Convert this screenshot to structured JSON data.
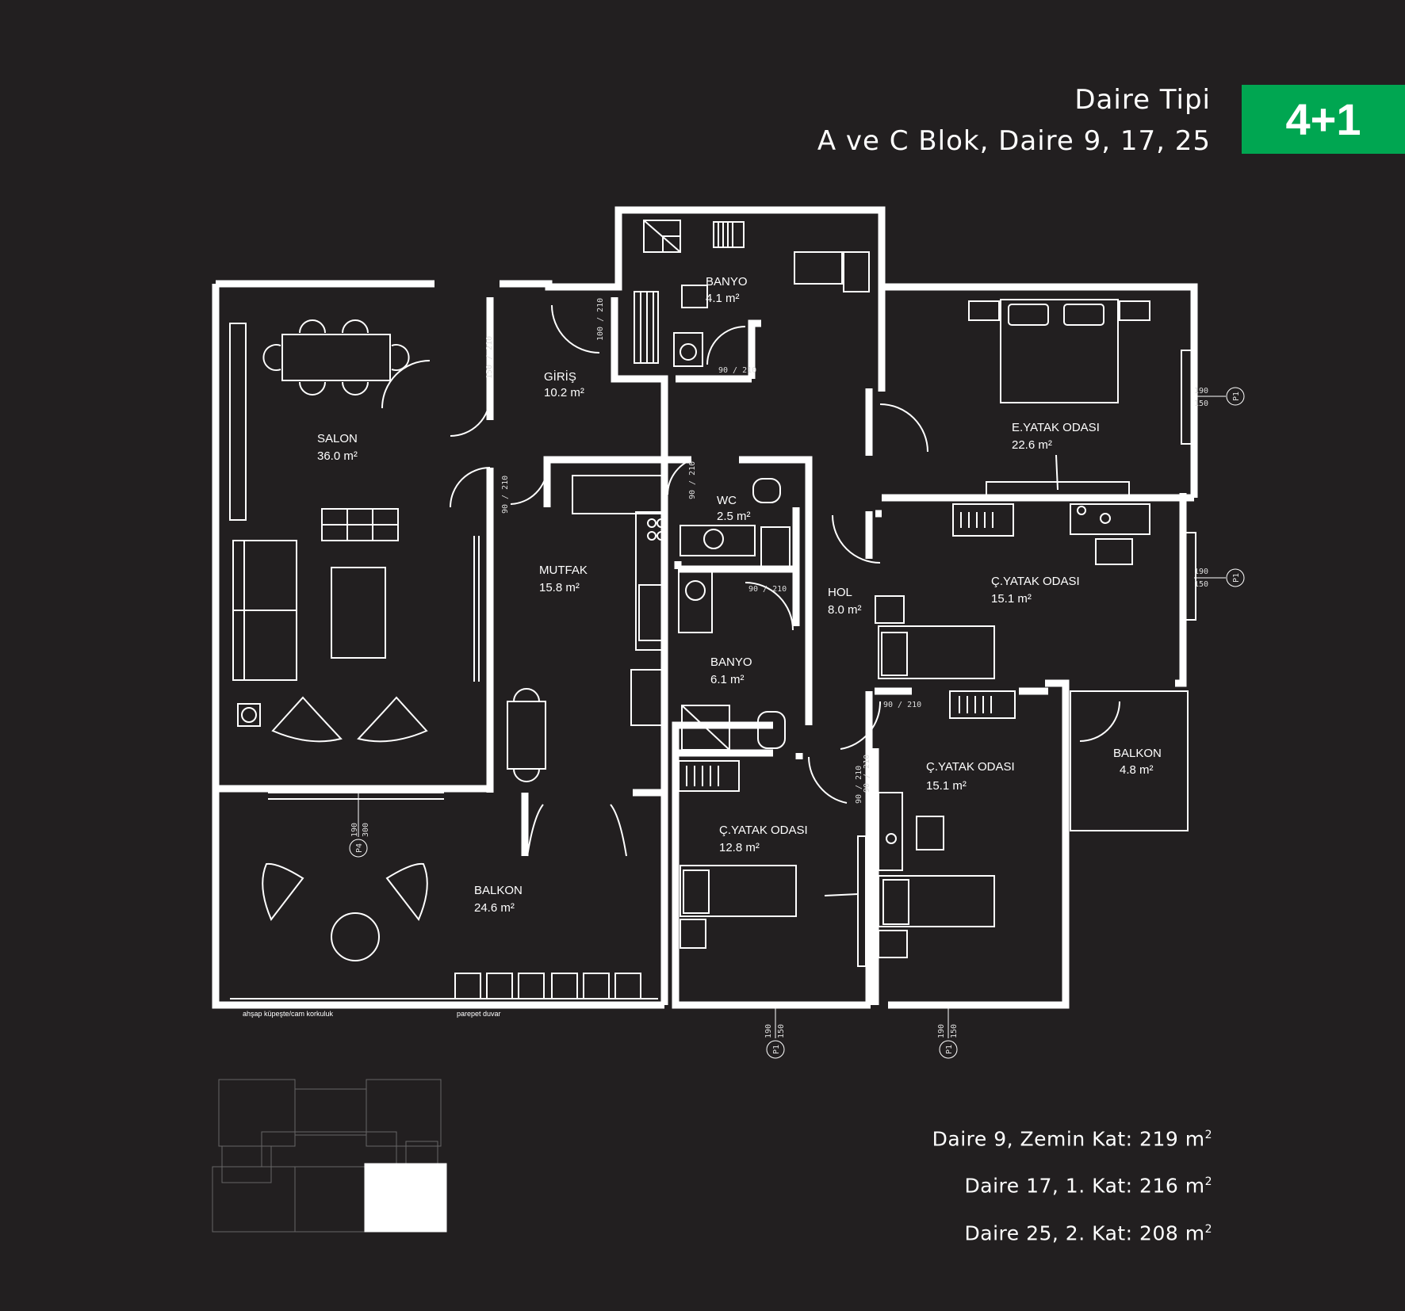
{
  "header": {
    "title": "Daire Tipi",
    "subtitle": "A ve C Blok, Daire 9, 17, 25"
  },
  "badge": {
    "label": "4+1",
    "color": "#00a651"
  },
  "rooms": [
    {
      "name": "SALON",
      "area": "36.0 m²"
    },
    {
      "name": "GİRİŞ",
      "area": "10.2 m²"
    },
    {
      "name": "BANYO",
      "area": "4.1 m²"
    },
    {
      "name": "E.YATAK ODASI",
      "area": "22.6 m²"
    },
    {
      "name": "WC",
      "area": "2.5 m²"
    },
    {
      "name": "MUTFAK",
      "area": "15.8 m²"
    },
    {
      "name": "HOL",
      "area": "8.0 m²"
    },
    {
      "name": "Ç.YATAK ODASI",
      "area": "15.1 m²"
    },
    {
      "name": "BANYO",
      "area": "6.1 m²"
    },
    {
      "name": "BALKON",
      "area": "4.8 m²"
    },
    {
      "name": "Ç.YATAK ODASI",
      "area": "15.1 m²"
    },
    {
      "name": "Ç.YATAK ODASI",
      "area": "12.8 m²"
    },
    {
      "name": "BALKON",
      "area": "24.6 m²"
    }
  ],
  "door_dims": [
    "100 / 210",
    "150 / 210",
    "90 / 210",
    "90 / 210",
    "90 / 210",
    "90 / 210",
    "90 / 210",
    "90 / 210",
    "90 / 210"
  ],
  "window_tags": [
    {
      "dims": [
        "190",
        "150"
      ],
      "code": "P1"
    },
    {
      "dims": [
        "190",
        "150"
      ],
      "code": "P1"
    },
    {
      "dims": [
        "190",
        "300"
      ],
      "code": "P4"
    },
    {
      "dims": [
        "190",
        "150"
      ],
      "code": "P1"
    },
    {
      "dims": [
        "190",
        "150"
      ],
      "code": "P1"
    }
  ],
  "notes": {
    "railing": "ahşap küpeşte/cam korkuluk",
    "parapet": "parepet duvar"
  },
  "areas": [
    {
      "text": "Daire 9, Zemin Kat: 219 m",
      "sup": "2"
    },
    {
      "text": "Daire 17, 1. Kat: 216 m",
      "sup": "2"
    },
    {
      "text": "Daire 25, 2. Kat: 208 m",
      "sup": "2"
    }
  ]
}
